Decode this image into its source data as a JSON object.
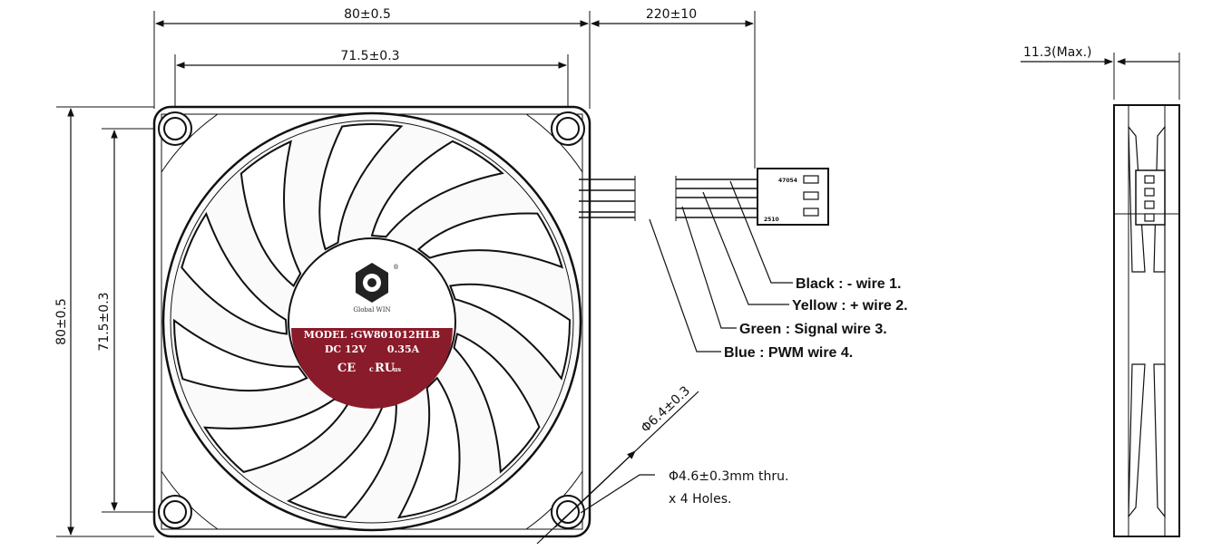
{
  "dimensions": {
    "overall_width": "80±0.5",
    "hole_spacing_width": "71.5±0.3",
    "cable_length": "220±10",
    "overall_height": "80±0.5",
    "hole_spacing_height": "71.5±0.3",
    "thickness": "11.3(Max.)",
    "hole_outer_dia": "Φ6.4±0.3"
  },
  "holes_note": {
    "line1": "Φ4.6±0.3mm thru.",
    "line2": "x 4 Holes."
  },
  "wires": [
    {
      "label": "Black : - wire 1.",
      "color": "#111111"
    },
    {
      "label": "Yellow : + wire 2.",
      "color": "#e6c200"
    },
    {
      "label": "Green : Signal wire 3.",
      "color": "#2e8b2e"
    },
    {
      "label": "Blue : PWM wire 4.",
      "color": "#1f4fd0"
    }
  ],
  "connector": {
    "top_mark": "47054",
    "bottom_mark": "2510"
  },
  "hub_label": {
    "brand": "Global WIN",
    "registered": "®",
    "model": "MODEL :GW801012HLB",
    "rating": "DC 12V      0.35A",
    "cert_ce": "CE",
    "cert_ul": "c",
    "cert_ul_mark": "RU",
    "cert_ul_suffix": "us",
    "label_color": "#8a1b2a"
  }
}
